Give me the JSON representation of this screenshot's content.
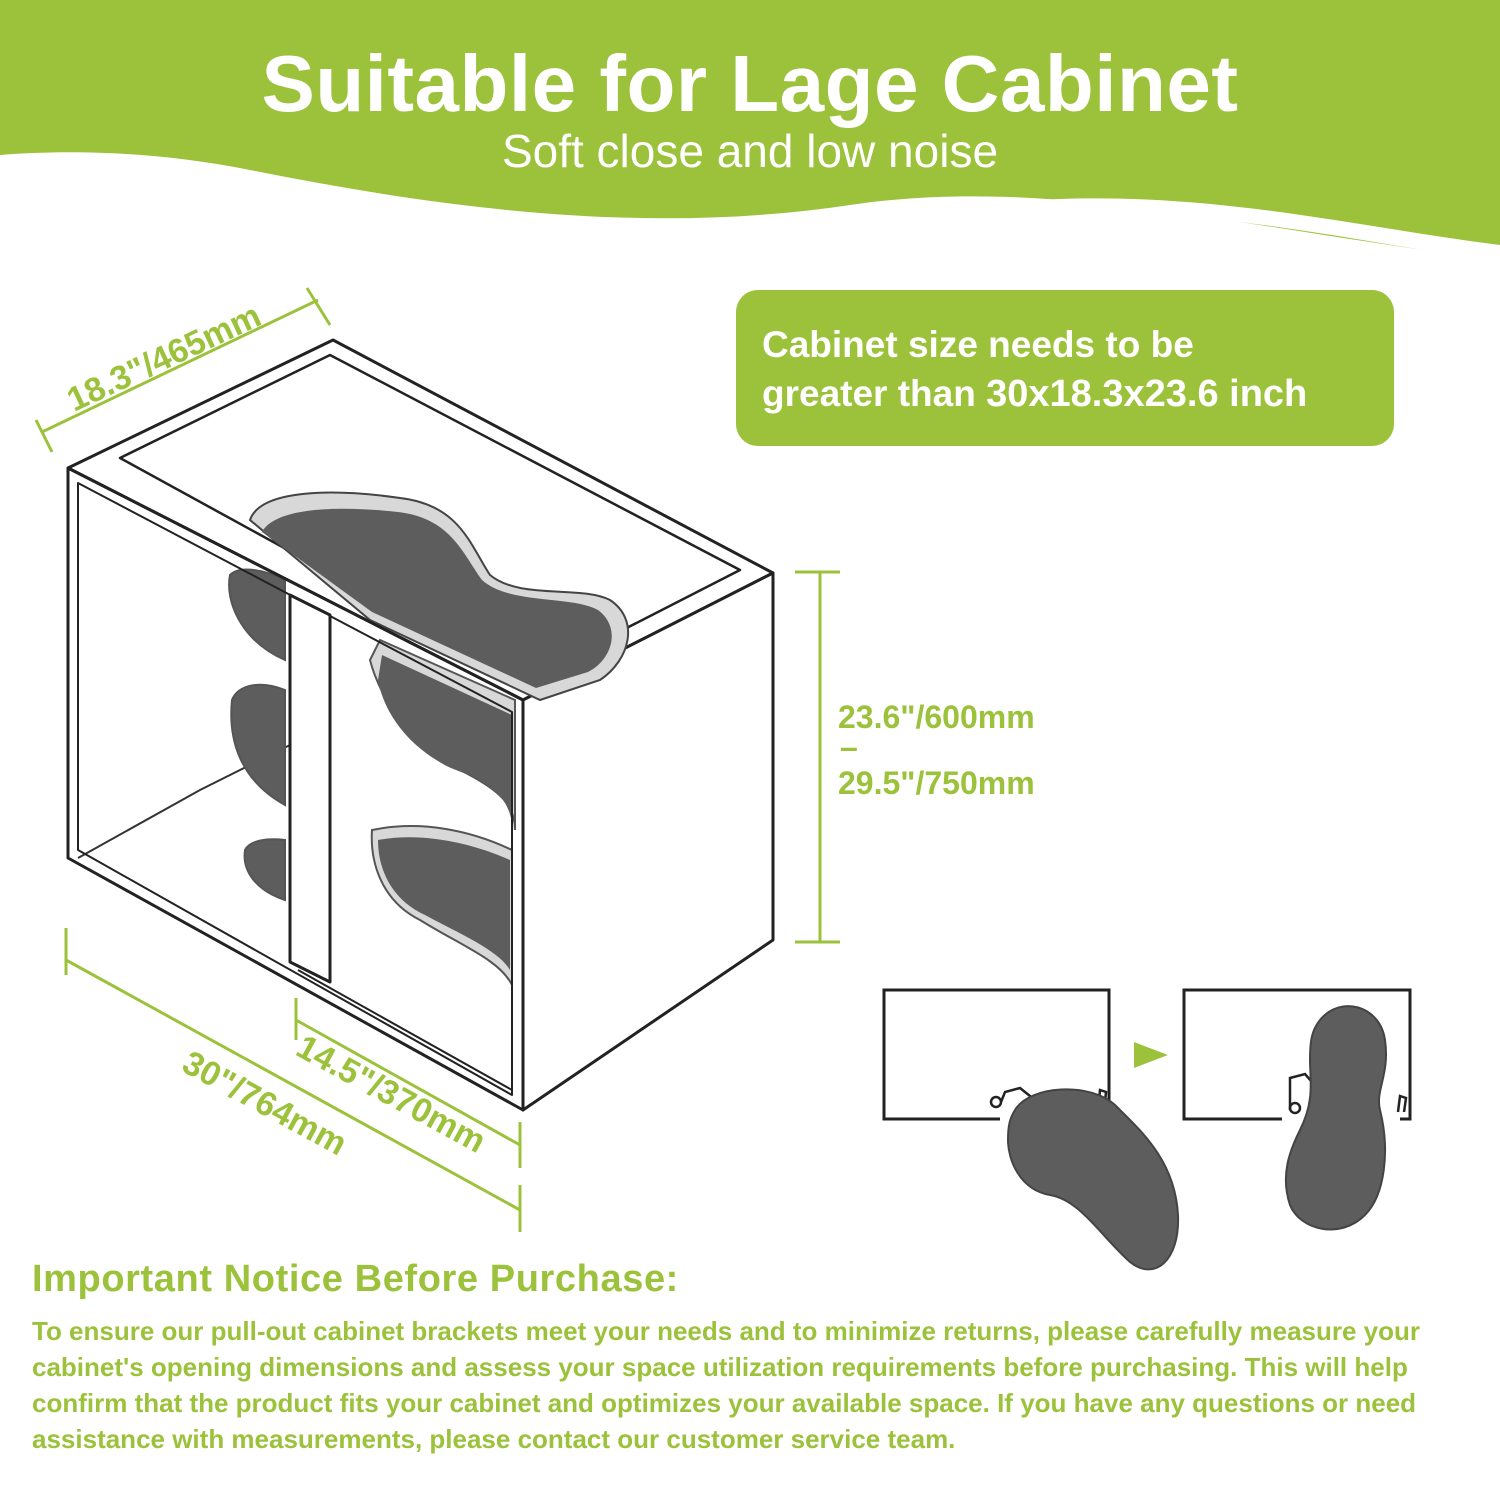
{
  "header": {
    "title": "Suitable for Lage Cabinet",
    "subtitle": "Soft close and low noise"
  },
  "size_note": {
    "line1": "Cabinet size needs to be",
    "line2_prefix": "greater than",
    "line2_size": "30x18.3x23.6 inch"
  },
  "dimensions": {
    "depth": "18.3\"/465mm",
    "height_min": "23.6\"/600mm",
    "height_sep": "–",
    "height_max": "29.5\"/750mm",
    "width_total": "30\"/764mm",
    "width_opening": "14.5\"/370mm"
  },
  "notice": {
    "title": "Important Notice Before Purchase:",
    "body": "To ensure our pull-out cabinet brackets meet your needs and to minimize returns, please carefully measure your cabinet's opening dimensions and assess your space utilization requirements before purchasing. This will help confirm that the product fits your cabinet and optimizes your available space. If you have any questions or need assistance with measurements, please contact our customer service team."
  },
  "colors": {
    "accent_green": "#9bc23a",
    "shelf_gray": "#5d5d5d",
    "outline": "#222222",
    "background": "#ffffff"
  },
  "icons": {
    "flow_arrow": "arrow-right-icon"
  }
}
